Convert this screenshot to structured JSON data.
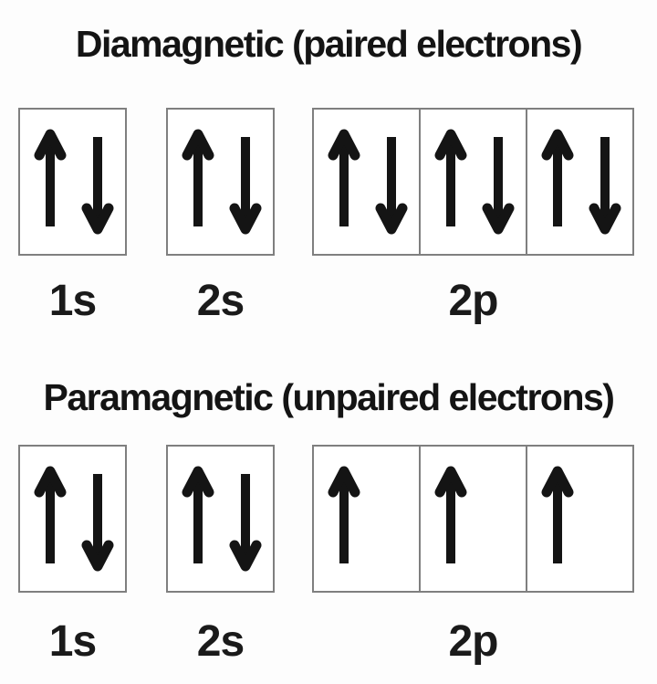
{
  "page": {
    "background_color": "#fdfdfd",
    "box_fill_color": "#ffffff",
    "box_border_color": "#7f7f7f",
    "arrow_color": "#141414",
    "text_color": "#141414"
  },
  "sections": [
    {
      "id": "diamagnetic",
      "title": "Diamagnetic (paired electrons)",
      "groups": [
        {
          "label": "1s",
          "cells": [
            [
              "up",
              "down"
            ]
          ]
        },
        {
          "label": "2s",
          "cells": [
            [
              "up",
              "down"
            ]
          ]
        },
        {
          "label": "2p",
          "cells": [
            [
              "up",
              "down"
            ],
            [
              "up",
              "down"
            ],
            [
              "up",
              "down"
            ]
          ]
        }
      ]
    },
    {
      "id": "paramagnetic",
      "title": "Paramagnetic (unpaired electrons)",
      "groups": [
        {
          "label": "1s",
          "cells": [
            [
              "up",
              "down"
            ]
          ]
        },
        {
          "label": "2s",
          "cells": [
            [
              "up",
              "down"
            ]
          ]
        },
        {
          "label": "2p",
          "cells": [
            [
              "up"
            ],
            [
              "up"
            ],
            [
              "up"
            ]
          ]
        }
      ]
    }
  ]
}
